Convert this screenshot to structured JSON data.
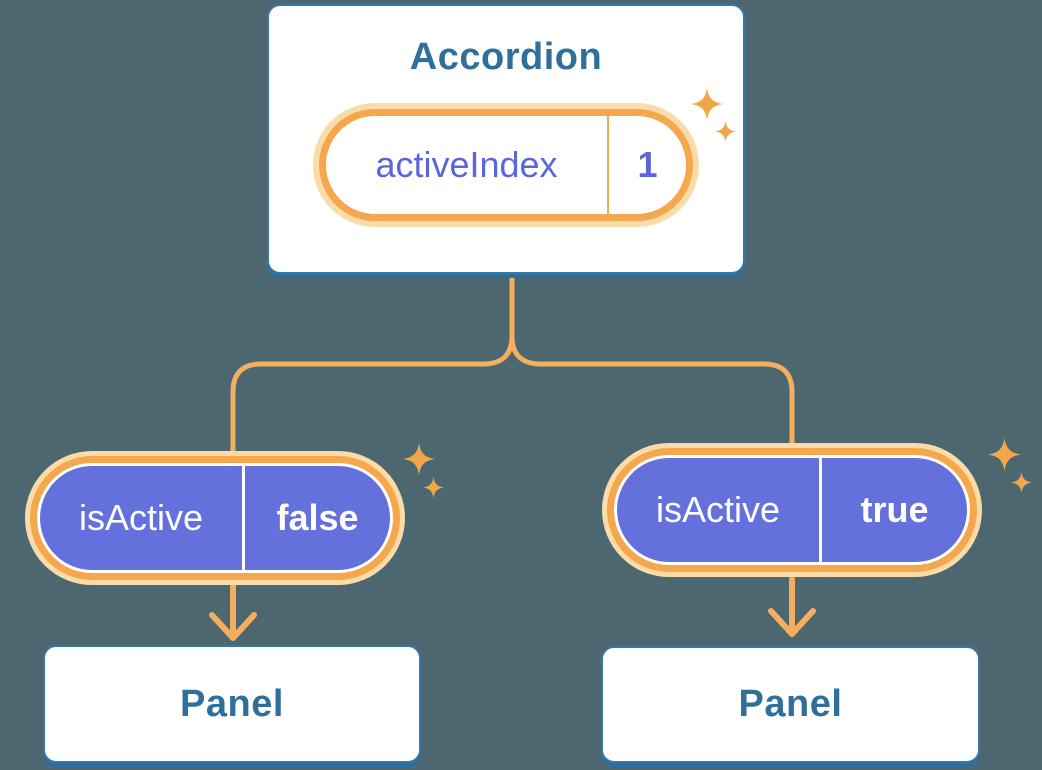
{
  "diagram": {
    "background_color": "#4D6770",
    "accordion": {
      "title": "Accordion",
      "state_label": "activeIndex",
      "state_value": "1"
    },
    "branches": [
      {
        "prop_label": "isActive",
        "prop_value": "false",
        "child_title": "Panel"
      },
      {
        "prop_label": "isActive",
        "prop_value": "true",
        "child_title": "Panel"
      }
    ],
    "icons": {
      "sparkle": "four-pointed-star"
    },
    "colors": {
      "card_border": "#3577A6",
      "card_shadow": "#2E6D9C",
      "card_title_text": "#2F6F9C",
      "state_text": "#5C66DA",
      "prop_pill_fill": "#6470DC",
      "prop_text": "#FFFFFF",
      "orange_ring": "#F5A74E",
      "orange_glow": "#FBDCA9",
      "connector_line": "#F3AE5E",
      "sparkle": "#F0A74C"
    }
  }
}
